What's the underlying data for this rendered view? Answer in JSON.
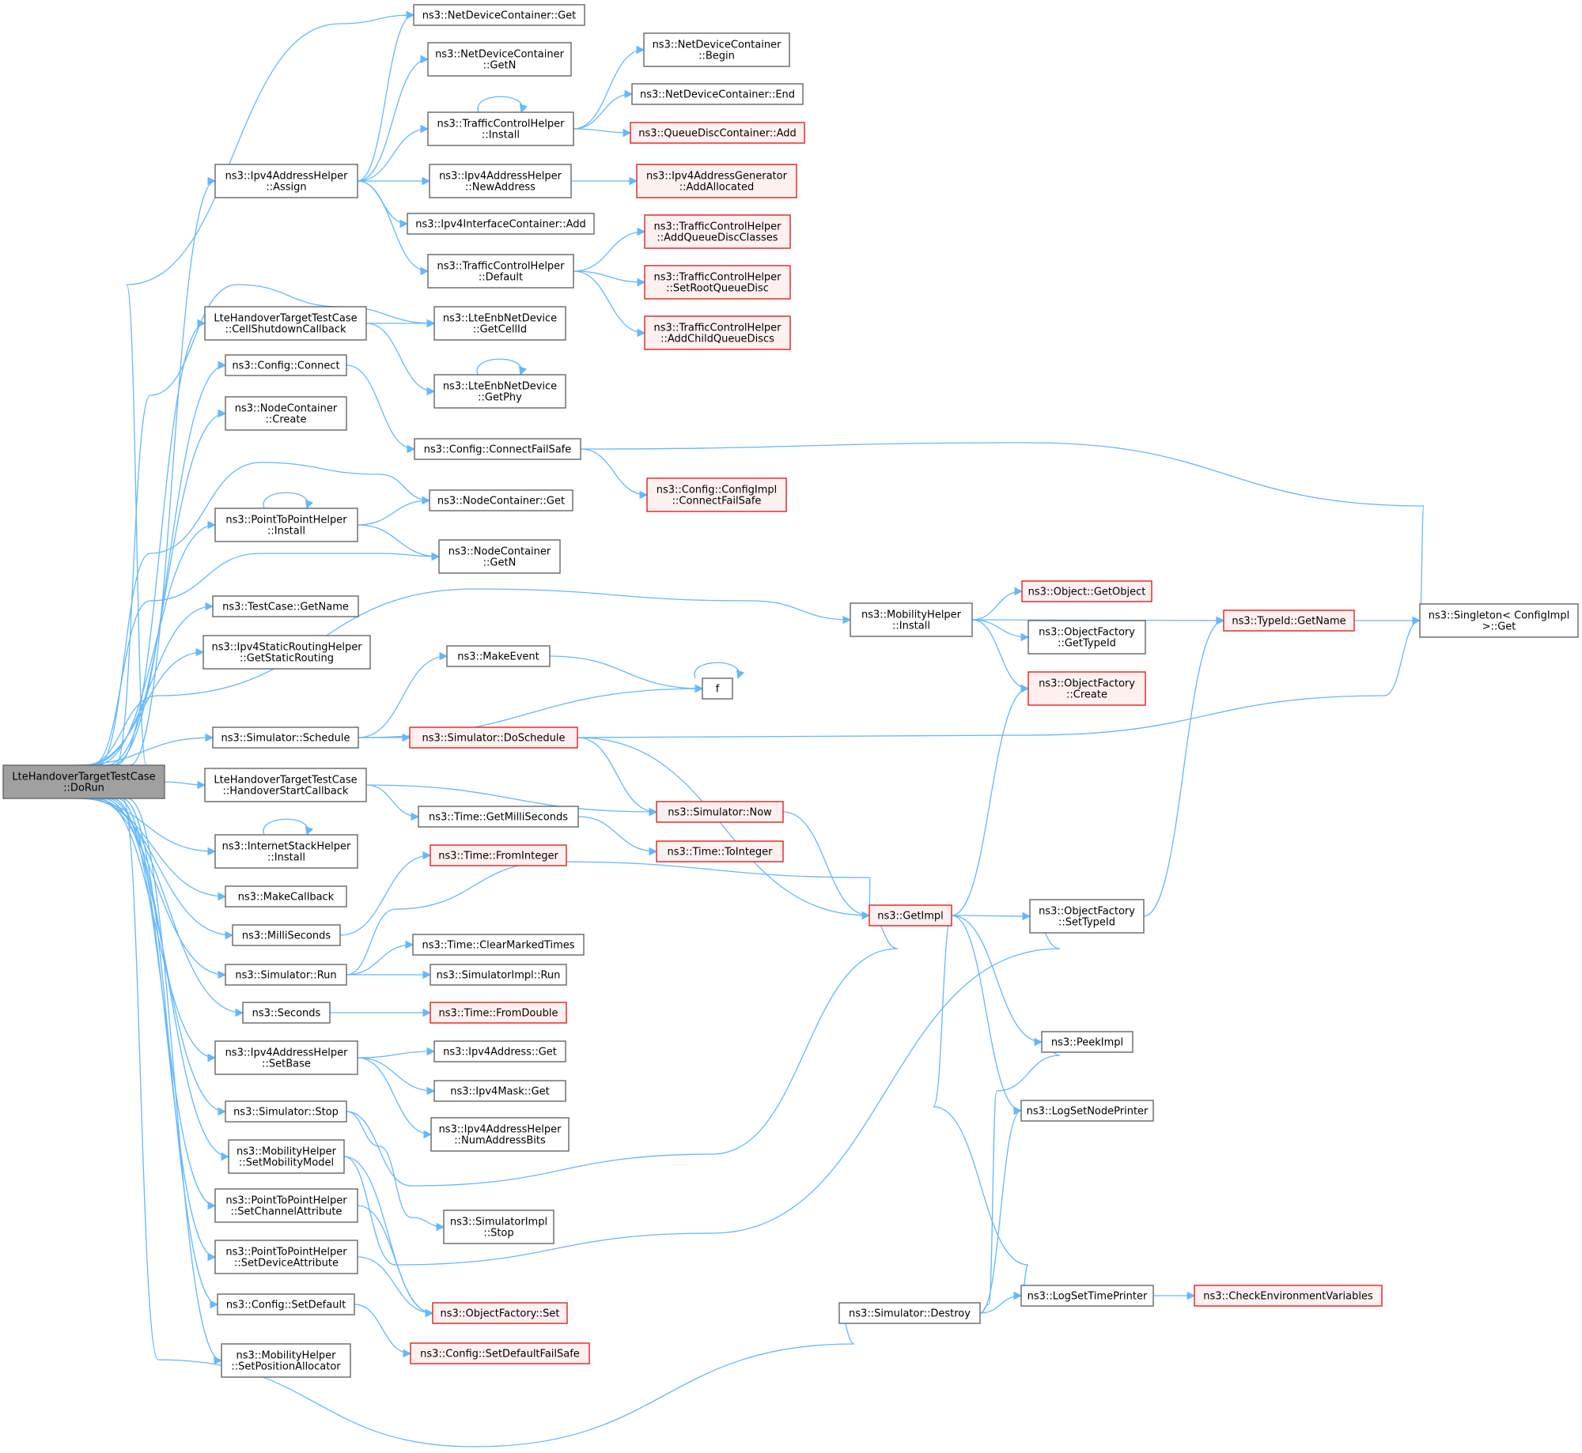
{
  "colors": {
    "edge": "#63b8ff",
    "node_border": "#666666",
    "truncated_border": "#e02020",
    "truncated_fill": "#fff0f0",
    "root_fill": "#a0a0a0"
  },
  "nodes": [
    {
      "id": "root",
      "lines": [
        "LteHandoverTargetTestCase",
        "::DoRun"
      ],
      "style": "root"
    },
    {
      "id": "ndc_get",
      "lines": [
        "ns3::NetDeviceContainer::Get"
      ]
    },
    {
      "id": "ndc_getn",
      "lines": [
        "ns3::NetDeviceContainer",
        "::GetN"
      ]
    },
    {
      "id": "ndc_begin",
      "lines": [
        "ns3::NetDeviceContainer",
        "::Begin"
      ]
    },
    {
      "id": "ndc_end",
      "lines": [
        "ns3::NetDeviceContainer::End"
      ]
    },
    {
      "id": "tch_install",
      "lines": [
        "ns3::TrafficControlHelper",
        "::Install"
      ]
    },
    {
      "id": "qdc_add",
      "lines": [
        "ns3::QueueDiscContainer::Add"
      ],
      "style": "trunc"
    },
    {
      "id": "iah_assign",
      "lines": [
        "ns3::Ipv4AddressHelper",
        "::Assign"
      ]
    },
    {
      "id": "iah_newaddr",
      "lines": [
        "ns3::Ipv4AddressHelper",
        "::NewAddress"
      ]
    },
    {
      "id": "iag_addalloc",
      "lines": [
        "ns3::Ipv4AddressGenerator",
        "::AddAllocated"
      ],
      "style": "trunc"
    },
    {
      "id": "iic_add",
      "lines": [
        "ns3::Ipv4InterfaceContainer::Add"
      ]
    },
    {
      "id": "tch_default",
      "lines": [
        "ns3::TrafficControlHelper",
        "::Default"
      ]
    },
    {
      "id": "tch_addqdc",
      "lines": [
        "ns3::TrafficControlHelper",
        "::AddQueueDiscClasses"
      ],
      "style": "trunc"
    },
    {
      "id": "tch_setroot",
      "lines": [
        "ns3::TrafficControlHelper",
        "::SetRootQueueDisc"
      ],
      "style": "trunc"
    },
    {
      "id": "tch_addchild",
      "lines": [
        "ns3::TrafficControlHelper",
        "::AddChildQueueDiscs"
      ],
      "style": "trunc"
    },
    {
      "id": "cellshutdown",
      "lines": [
        "LteHandoverTargetTestCase",
        "::CellShutdownCallback"
      ]
    },
    {
      "id": "lenb_getcellid",
      "lines": [
        "ns3::LteEnbNetDevice",
        "::GetCellId"
      ]
    },
    {
      "id": "lenb_getphy",
      "lines": [
        "ns3::LteEnbNetDevice",
        "::GetPhy"
      ]
    },
    {
      "id": "cfg_connect",
      "lines": [
        "ns3::Config::Connect"
      ]
    },
    {
      "id": "cfg_connectfs",
      "lines": [
        "ns3::Config::ConnectFailSafe"
      ]
    },
    {
      "id": "cfgimpl_connectfs",
      "lines": [
        "ns3::Config::ConfigImpl",
        "::ConnectFailSafe"
      ],
      "style": "trunc"
    },
    {
      "id": "nc_create",
      "lines": [
        "ns3::NodeContainer",
        "::Create"
      ]
    },
    {
      "id": "nc_get",
      "lines": [
        "ns3::NodeContainer::Get"
      ]
    },
    {
      "id": "p2p_install",
      "lines": [
        "ns3::PointToPointHelper",
        "::Install"
      ]
    },
    {
      "id": "nc_getn",
      "lines": [
        "ns3::NodeContainer",
        "::GetN"
      ]
    },
    {
      "id": "tc_getname",
      "lines": [
        "ns3::TestCase::GetName"
      ]
    },
    {
      "id": "isrh_getstatic",
      "lines": [
        "ns3::Ipv4StaticRoutingHelper",
        "::GetStaticRouting"
      ]
    },
    {
      "id": "mob_install",
      "lines": [
        "ns3::MobilityHelper",
        "::Install"
      ]
    },
    {
      "id": "obj_getobject",
      "lines": [
        "ns3::Object::GetObject"
      ],
      "style": "trunc"
    },
    {
      "id": "of_gettypeid",
      "lines": [
        "ns3::ObjectFactory",
        "::GetTypeId"
      ]
    },
    {
      "id": "of_create",
      "lines": [
        "ns3::ObjectFactory",
        "::Create"
      ],
      "style": "trunc"
    },
    {
      "id": "typeid_getname",
      "lines": [
        "ns3::TypeId::GetName"
      ],
      "style": "trunc"
    },
    {
      "id": "singleton_get",
      "lines": [
        "ns3::Singleton< ConfigImpl",
        ">::Get"
      ]
    },
    {
      "id": "makeevent",
      "lines": [
        "ns3::MakeEvent"
      ]
    },
    {
      "id": "f",
      "lines": [
        "f"
      ]
    },
    {
      "id": "sim_schedule",
      "lines": [
        "ns3::Simulator::Schedule"
      ]
    },
    {
      "id": "sim_doschedule",
      "lines": [
        "ns3::Simulator::DoSchedule"
      ],
      "style": "trunc"
    },
    {
      "id": "handoverstart",
      "lines": [
        "LteHandoverTargetTestCase",
        "::HandoverStartCallback"
      ]
    },
    {
      "id": "sim_now",
      "lines": [
        "ns3::Simulator::Now"
      ],
      "style": "trunc"
    },
    {
      "id": "time_getms",
      "lines": [
        "ns3::Time::GetMilliSeconds"
      ]
    },
    {
      "id": "time_toint",
      "lines": [
        "ns3::Time::ToInteger"
      ],
      "style": "trunc"
    },
    {
      "id": "ish_install",
      "lines": [
        "ns3::InternetStackHelper",
        "::Install"
      ]
    },
    {
      "id": "time_fromint",
      "lines": [
        "ns3::Time::FromInteger"
      ],
      "style": "trunc"
    },
    {
      "id": "getimpl",
      "lines": [
        "ns3::GetImpl"
      ],
      "style": "trunc"
    },
    {
      "id": "of_settypeid",
      "lines": [
        "ns3::ObjectFactory",
        "::SetTypeId"
      ]
    },
    {
      "id": "makecallback",
      "lines": [
        "ns3::MakeCallback"
      ]
    },
    {
      "id": "milliseconds",
      "lines": [
        "ns3::MilliSeconds"
      ]
    },
    {
      "id": "time_clearmarked",
      "lines": [
        "ns3::Time::ClearMarkedTimes"
      ]
    },
    {
      "id": "sim_run",
      "lines": [
        "ns3::Simulator::Run"
      ]
    },
    {
      "id": "simimpl_run",
      "lines": [
        "ns3::SimulatorImpl::Run"
      ]
    },
    {
      "id": "seconds",
      "lines": [
        "ns3::Seconds"
      ]
    },
    {
      "id": "time_fromdouble",
      "lines": [
        "ns3::Time::FromDouble"
      ],
      "style": "trunc"
    },
    {
      "id": "peekimpl",
      "lines": [
        "ns3::PeekImpl"
      ]
    },
    {
      "id": "iah_setbase",
      "lines": [
        "ns3::Ipv4AddressHelper",
        "::SetBase"
      ]
    },
    {
      "id": "ipv4addr_get",
      "lines": [
        "ns3::Ipv4Address::Get"
      ]
    },
    {
      "id": "ipv4mask_get",
      "lines": [
        "ns3::Ipv4Mask::Get"
      ]
    },
    {
      "id": "iah_numbits",
      "lines": [
        "ns3::Ipv4AddressHelper",
        "::NumAddressBits"
      ]
    },
    {
      "id": "lognodeprinter",
      "lines": [
        "ns3::LogSetNodePrinter"
      ]
    },
    {
      "id": "sim_stop",
      "lines": [
        "ns3::Simulator::Stop"
      ]
    },
    {
      "id": "simimpl_stop",
      "lines": [
        "ns3::SimulatorImpl",
        "::Stop"
      ]
    },
    {
      "id": "mob_setmodel",
      "lines": [
        "ns3::MobilityHelper",
        "::SetMobilityModel"
      ]
    },
    {
      "id": "p2p_setchannel",
      "lines": [
        "ns3::PointToPointHelper",
        "::SetChannelAttribute"
      ]
    },
    {
      "id": "p2p_setdevice",
      "lines": [
        "ns3::PointToPointHelper",
        "::SetDeviceAttribute"
      ]
    },
    {
      "id": "logtimeprinter",
      "lines": [
        "ns3::LogSetTimePrinter"
      ]
    },
    {
      "id": "checkenv",
      "lines": [
        "ns3::CheckEnvironmentVariables"
      ],
      "style": "trunc"
    },
    {
      "id": "cfg_setdefault",
      "lines": [
        "ns3::Config::SetDefault"
      ]
    },
    {
      "id": "of_set",
      "lines": [
        "ns3::ObjectFactory::Set"
      ],
      "style": "trunc"
    },
    {
      "id": "sim_destroy",
      "lines": [
        "ns3::Simulator::Destroy"
      ]
    },
    {
      "id": "cfg_setdefaultfs",
      "lines": [
        "ns3::Config::SetDefaultFailSafe"
      ],
      "style": "trunc"
    },
    {
      "id": "mob_setposalloc",
      "lines": [
        "ns3::MobilityHelper",
        "::SetPositionAllocator"
      ]
    }
  ],
  "edges": [
    [
      "root",
      "ndc_get"
    ],
    [
      "root",
      "iah_assign"
    ],
    [
      "root",
      "cellshutdown"
    ],
    [
      "root",
      "lenb_getcellid"
    ],
    [
      "root",
      "cfg_connect"
    ],
    [
      "root",
      "nc_create"
    ],
    [
      "root",
      "nc_get"
    ],
    [
      "root",
      "p2p_install"
    ],
    [
      "root",
      "nc_getn"
    ],
    [
      "root",
      "tc_getname"
    ],
    [
      "root",
      "isrh_getstatic"
    ],
    [
      "root",
      "mob_install"
    ],
    [
      "root",
      "sim_schedule"
    ],
    [
      "root",
      "handoverstart"
    ],
    [
      "root",
      "ish_install"
    ],
    [
      "root",
      "makecallback"
    ],
    [
      "root",
      "milliseconds"
    ],
    [
      "root",
      "sim_run"
    ],
    [
      "root",
      "seconds"
    ],
    [
      "root",
      "iah_setbase"
    ],
    [
      "root",
      "sim_stop"
    ],
    [
      "root",
      "mob_setmodel"
    ],
    [
      "root",
      "p2p_setchannel"
    ],
    [
      "root",
      "p2p_setdevice"
    ],
    [
      "root",
      "cfg_setdefault"
    ],
    [
      "root",
      "mob_setposalloc"
    ],
    [
      "root",
      "sim_destroy"
    ],
    [
      "iah_assign",
      "ndc_get"
    ],
    [
      "iah_assign",
      "ndc_getn"
    ],
    [
      "iah_assign",
      "tch_install"
    ],
    [
      "iah_assign",
      "iah_newaddr"
    ],
    [
      "iah_assign",
      "iic_add"
    ],
    [
      "iah_assign",
      "tch_default"
    ],
    [
      "tch_install",
      "ndc_begin"
    ],
    [
      "tch_install",
      "ndc_end"
    ],
    [
      "tch_install",
      "qdc_add"
    ],
    [
      "tch_install",
      "tch_install"
    ],
    [
      "iah_newaddr",
      "iag_addalloc"
    ],
    [
      "tch_default",
      "tch_addqdc"
    ],
    [
      "tch_default",
      "tch_setroot"
    ],
    [
      "tch_default",
      "tch_addchild"
    ],
    [
      "cellshutdown",
      "lenb_getcellid"
    ],
    [
      "cellshutdown",
      "lenb_getphy"
    ],
    [
      "lenb_getphy",
      "lenb_getphy"
    ],
    [
      "cfg_connect",
      "cfg_connectfs"
    ],
    [
      "cfg_connectfs",
      "cfgimpl_connectfs"
    ],
    [
      "cfg_connectfs",
      "singleton_get"
    ],
    [
      "p2p_install",
      "p2p_install"
    ],
    [
      "p2p_install",
      "nc_get"
    ],
    [
      "p2p_install",
      "nc_getn"
    ],
    [
      "mob_install",
      "typeid_getname"
    ],
    [
      "mob_install",
      "obj_getobject"
    ],
    [
      "mob_install",
      "of_gettypeid"
    ],
    [
      "mob_install",
      "of_create"
    ],
    [
      "typeid_getname",
      "singleton_get"
    ],
    [
      "sim_schedule",
      "makeevent"
    ],
    [
      "sim_schedule",
      "f"
    ],
    [
      "sim_schedule",
      "sim_doschedule"
    ],
    [
      "makeevent",
      "f"
    ],
    [
      "f",
      "f"
    ],
    [
      "sim_doschedule",
      "singleton_get"
    ],
    [
      "sim_doschedule",
      "sim_now"
    ],
    [
      "sim_doschedule",
      "getimpl"
    ],
    [
      "handoverstart",
      "sim_now"
    ],
    [
      "handoverstart",
      "time_getms"
    ],
    [
      "time_getms",
      "time_toint"
    ],
    [
      "sim_now",
      "getimpl"
    ],
    [
      "ish_install",
      "ish_install"
    ],
    [
      "milliseconds",
      "time_fromint"
    ],
    [
      "sim_run",
      "getimpl"
    ],
    [
      "sim_run",
      "time_clearmarked"
    ],
    [
      "sim_run",
      "simimpl_run"
    ],
    [
      "seconds",
      "time_fromdouble"
    ],
    [
      "getimpl",
      "of_create"
    ],
    [
      "getimpl",
      "of_settypeid"
    ],
    [
      "getimpl",
      "peekimpl"
    ],
    [
      "getimpl",
      "lognodeprinter"
    ],
    [
      "getimpl",
      "logtimeprinter"
    ],
    [
      "of_settypeid",
      "typeid_getname"
    ],
    [
      "iah_setbase",
      "ipv4addr_get"
    ],
    [
      "iah_setbase",
      "ipv4mask_get"
    ],
    [
      "iah_setbase",
      "iah_numbits"
    ],
    [
      "sim_stop",
      "getimpl"
    ],
    [
      "sim_stop",
      "simimpl_stop"
    ],
    [
      "mob_setmodel",
      "of_settypeid"
    ],
    [
      "mob_setmodel",
      "of_set"
    ],
    [
      "p2p_setchannel",
      "of_set"
    ],
    [
      "p2p_setdevice",
      "of_set"
    ],
    [
      "cfg_setdefault",
      "cfg_setdefaultfs"
    ],
    [
      "sim_destroy",
      "logtimeprinter"
    ],
    [
      "sim_destroy",
      "peekimpl"
    ],
    [
      "sim_destroy",
      "lognodeprinter"
    ],
    [
      "logtimeprinter",
      "checkenv"
    ]
  ]
}
